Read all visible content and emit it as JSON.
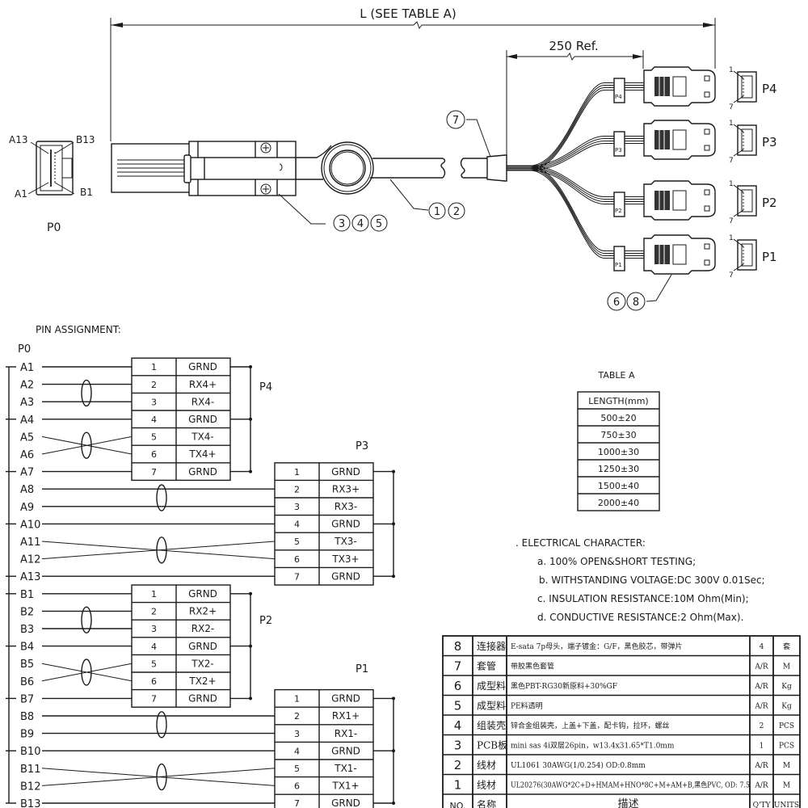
{
  "dimension": {
    "overall_length_label": "L (SEE TABLE A)",
    "breakout_length_label": "250 Ref."
  },
  "p0_connector": {
    "label": "P0",
    "pin_labels": {
      "top_left": "A13",
      "top_right": "B13",
      "bottom_left": "A1",
      "bottom_right": "B1"
    }
  },
  "balloons": {
    "main_connector": [
      "3",
      "4",
      "5"
    ],
    "cable": [
      "1",
      "2"
    ],
    "sleeve": [
      "7"
    ],
    "sata_connectors": [
      "6",
      "8"
    ]
  },
  "sata_ends": [
    {
      "label": "P4",
      "tag": "P4",
      "pin_first": "1",
      "pin_last": "7"
    },
    {
      "label": "P3",
      "tag": "P3",
      "pin_first": "1",
      "pin_last": "7"
    },
    {
      "label": "P2",
      "tag": "P2",
      "pin_first": "1",
      "pin_last": "7"
    },
    {
      "label": "P1",
      "tag": "P1",
      "pin_first": "1",
      "pin_last": "7"
    }
  ],
  "pin_assignment": {
    "title": "PIN ASSIGNMENT:",
    "source_label": "P0",
    "source_pins": [
      "A1",
      "A2",
      "A3",
      "A4",
      "A5",
      "A6",
      "A7",
      "A8",
      "A9",
      "A10",
      "A11",
      "A12",
      "A13",
      "B1",
      "B2",
      "B3",
      "B4",
      "B5",
      "B6",
      "B7",
      "B8",
      "B9",
      "B10",
      "B11",
      "B12",
      "B13"
    ],
    "ground_pins": [
      "A1",
      "A4",
      "A7",
      "A10",
      "A13",
      "B1",
      "B4",
      "B7",
      "B10",
      "B13"
    ],
    "targets": [
      {
        "label": "P4",
        "pins": [
          {
            "no": "1",
            "signal": "GRND"
          },
          {
            "no": "2",
            "signal": "RX4+"
          },
          {
            "no": "3",
            "signal": "RX4-"
          },
          {
            "no": "4",
            "signal": "GRND"
          },
          {
            "no": "5",
            "signal": "TX4-"
          },
          {
            "no": "6",
            "signal": "TX4+"
          },
          {
            "no": "7",
            "signal": "GRND"
          }
        ]
      },
      {
        "label": "P3",
        "pins": [
          {
            "no": "1",
            "signal": "GRND"
          },
          {
            "no": "2",
            "signal": "RX3+"
          },
          {
            "no": "3",
            "signal": "RX3-"
          },
          {
            "no": "4",
            "signal": "GRND"
          },
          {
            "no": "5",
            "signal": "TX3-"
          },
          {
            "no": "6",
            "signal": "TX3+"
          },
          {
            "no": "7",
            "signal": "GRND"
          }
        ]
      },
      {
        "label": "P2",
        "pins": [
          {
            "no": "1",
            "signal": "GRND"
          },
          {
            "no": "2",
            "signal": "RX2+"
          },
          {
            "no": "3",
            "signal": "RX2-"
          },
          {
            "no": "4",
            "signal": "GRND"
          },
          {
            "no": "5",
            "signal": "TX2-"
          },
          {
            "no": "6",
            "signal": "TX2+"
          },
          {
            "no": "7",
            "signal": "GRND"
          }
        ]
      },
      {
        "label": "P1",
        "pins": [
          {
            "no": "1",
            "signal": "GRND"
          },
          {
            "no": "2",
            "signal": "RX1+"
          },
          {
            "no": "3",
            "signal": "RX1-"
          },
          {
            "no": "4",
            "signal": "GRND"
          },
          {
            "no": "5",
            "signal": "TX1-"
          },
          {
            "no": "6",
            "signal": "TX1+"
          },
          {
            "no": "7",
            "signal": "GRND"
          }
        ]
      }
    ]
  },
  "table_a": {
    "title": "TABLE A",
    "header": "LENGTH(mm)",
    "rows": [
      "500±20",
      "750±30",
      "1000±30",
      "1250±30",
      "1500±40",
      "2000±40"
    ]
  },
  "electrical": {
    "title": ". ELECTRICAL  CHARACTER:",
    "items": [
      "a. 100% OPEN&SHORT TESTING;",
      "b. WITHSTANDING VOLTAGE:DC 300V 0.01Sec;",
      "c. INSULATION RESISTANCE:10M Ohm(Min);",
      "d. CONDUCTIVE RESISTANCE:2 Ohm(Max)."
    ]
  },
  "bom": {
    "header": {
      "no": "NO.",
      "name": "名称",
      "desc": "描述",
      "qty": "Q'TY",
      "units": "UNITS"
    },
    "rows": [
      {
        "no": "8",
        "name": "连接器",
        "desc": "E-sata 7p母头，端子镀金：G/F，黑色胶芯，带弹片",
        "qty": "4",
        "units": "套"
      },
      {
        "no": "7",
        "name": "套管",
        "desc": "带胶黑色套管",
        "qty": "A/R",
        "units": "M"
      },
      {
        "no": "6",
        "name": "成型料",
        "desc": "黑色PBT-RG30新原料+30%GF",
        "qty": "A/R",
        "units": "Kg"
      },
      {
        "no": "5",
        "name": "成型料",
        "desc": "PE料透明",
        "qty": "A/R",
        "units": "Kg"
      },
      {
        "no": "4",
        "name": "组装壳",
        "desc": "锌合金组装壳，上盖+下盖，配卡钩，拉环，螺丝",
        "qty": "2",
        "units": "PCS"
      },
      {
        "no": "3",
        "name": "PCB板",
        "desc": "mini sas 4i双层26pin，w13.4x31.65*T1.0mm",
        "qty": "1",
        "units": "PCS"
      },
      {
        "no": "2",
        "name": "线材",
        "desc": "UL1061 30AWG(1/0.254) OD:0.8mm",
        "qty": "A/R",
        "units": "M"
      },
      {
        "no": "1",
        "name": "线材",
        "desc": "UL20276(30AWG*2C+D+HMAM+HNO*8C+M+AM+B,黑色PVC, OD: 7.5",
        "qty": "A/R",
        "units": "M"
      }
    ]
  }
}
